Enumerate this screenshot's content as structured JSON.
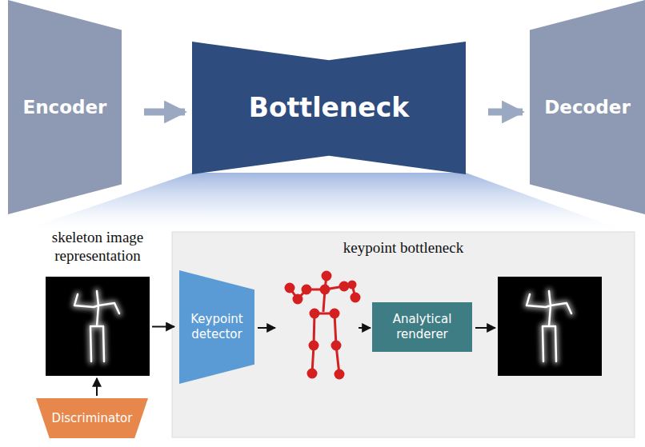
{
  "diagram": {
    "nodes": [
      {
        "text": [
          "Encoder"
        ]
      },
      {
        "text": [
          "Bottleneck"
        ]
      },
      {
        "text": [
          "Decoder"
        ]
      },
      {
        "text": [
          "skeleton image representation"
        ]
      },
      {
        "text": [
          "keypoint bottleneck"
        ]
      },
      {
        "text": [
          "Keypoint detector"
        ],
        "in": 4
      },
      {
        "text": [
          "Analytical renderer"
        ],
        "in": 4
      },
      {
        "text": [
          "Discriminator"
        ]
      }
    ],
    "edges": [
      {
        "from": 0,
        "to": 1,
        "arrow": "to"
      },
      {
        "from": 1,
        "to": 2,
        "arrow": "to"
      },
      {
        "from": 3,
        "to": 5,
        "arrow": "to"
      },
      {
        "from": 7,
        "to": 3,
        "arrow": "to"
      }
    ]
  }
}
